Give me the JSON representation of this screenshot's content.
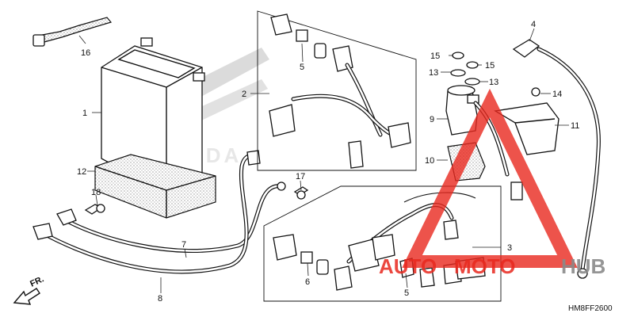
{
  "diagram": {
    "code": "HM8FF2600",
    "direction_label": "FR.",
    "honda_wordmark": "HONDA",
    "watermark_text": {
      "a": "AUTO",
      "b": "MOTO",
      "c": "HUB"
    },
    "colors": {
      "watermark_red": "#e8281e",
      "watermark_gray": "#8a8a8a",
      "line": "#111111"
    },
    "callouts": [
      "1",
      "2",
      "3",
      "4",
      "5",
      "5",
      "6",
      "7",
      "8",
      "9",
      "10",
      "11",
      "12",
      "13",
      "13",
      "14",
      "15",
      "15",
      "16",
      "17",
      "18"
    ]
  }
}
